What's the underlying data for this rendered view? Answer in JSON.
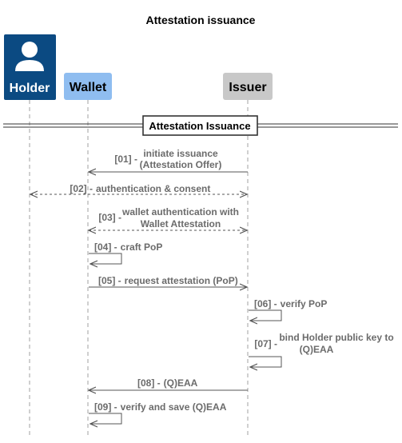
{
  "diagram": {
    "title": "Attestation issuance",
    "participants": {
      "holder": {
        "label": "Holder",
        "color": "#0b4a82",
        "text_color": "#ffffff"
      },
      "wallet": {
        "label": "Wallet",
        "color": "#8fbdf0",
        "text_color": "#000000"
      },
      "issuer": {
        "label": "Issuer",
        "color": "#c8c8c8",
        "text_color": "#000000"
      }
    },
    "section": {
      "label": "Attestation Issuance"
    },
    "messages": [
      {
        "num": "[01] -",
        "lines": [
          "initiate issuance",
          "(Attestation Offer)"
        ],
        "from": "issuer",
        "to": "wallet",
        "style": "solid"
      },
      {
        "num": "[02] -",
        "lines": [
          "authentication & consent"
        ],
        "from": "holder",
        "to": "issuer",
        "style": "dashed-both"
      },
      {
        "num": "[03] -",
        "lines": [
          "wallet authentication with",
          "Wallet Attestation"
        ],
        "from": "wallet",
        "to": "issuer",
        "style": "dashed-both"
      },
      {
        "num": "[04] -",
        "lines": [
          "craft PoP"
        ],
        "from": "wallet",
        "to": "wallet",
        "style": "self"
      },
      {
        "num": "[05] -",
        "lines": [
          "request attestation (PoP)"
        ],
        "from": "wallet",
        "to": "issuer",
        "style": "solid"
      },
      {
        "num": "[06] -",
        "lines": [
          "verify PoP"
        ],
        "from": "issuer",
        "to": "issuer",
        "style": "self"
      },
      {
        "num": "[07] -",
        "lines": [
          "bind Holder public key to",
          "(Q)EAA"
        ],
        "from": "issuer",
        "to": "issuer",
        "style": "self"
      },
      {
        "num": "[08] -",
        "lines": [
          "(Q)EAA"
        ],
        "from": "issuer",
        "to": "wallet",
        "style": "solid"
      },
      {
        "num": "[09] -",
        "lines": [
          "verify and save (Q)EAA"
        ],
        "from": "wallet",
        "to": "wallet",
        "style": "self"
      }
    ]
  }
}
